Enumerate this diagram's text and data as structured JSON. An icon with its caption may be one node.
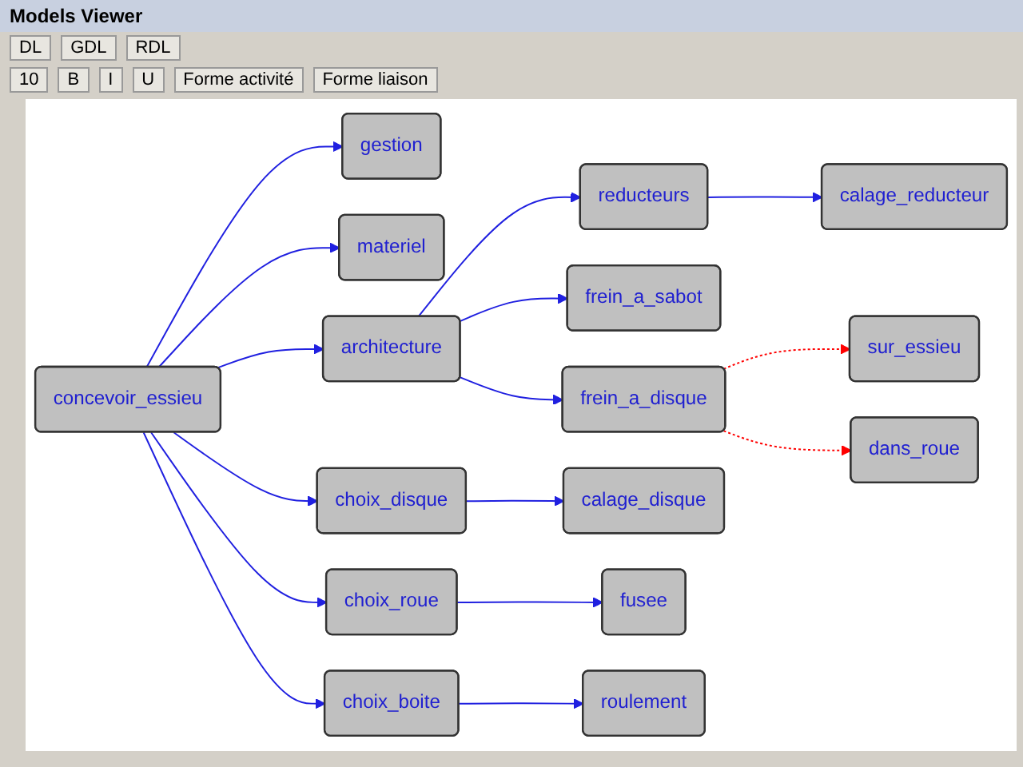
{
  "diagram": {
    "title": "Models Viewer",
    "nodes": [
      {
        "text": [
          "concevoir_essieu"
        ]
      },
      {
        "text": [
          "gestion"
        ]
      },
      {
        "text": [
          "materiel"
        ]
      },
      {
        "text": [
          "architecture"
        ]
      },
      {
        "text": [
          "reducteurs"
        ]
      },
      {
        "text": [
          "frein_a_sabot"
        ]
      },
      {
        "text": [
          "frein_a_disque"
        ]
      },
      {
        "text": [
          "calage_reducteur"
        ]
      },
      {
        "text": [
          "sur_essieu"
        ]
      },
      {
        "text": [
          "dans_roue"
        ]
      },
      {
        "text": [
          "choix_disque"
        ]
      },
      {
        "text": [
          "calage_disque"
        ]
      },
      {
        "text": [
          "choix_roue"
        ]
      },
      {
        "text": [
          "fusee"
        ]
      },
      {
        "text": [
          "choix_boite"
        ]
      },
      {
        "text": [
          "roulement"
        ]
      }
    ],
    "edges": [
      {
        "from": 0,
        "to": 1,
        "arrow": "to"
      },
      {
        "from": 0,
        "to": 2,
        "arrow": "to"
      },
      {
        "from": 0,
        "to": 3,
        "arrow": "to"
      },
      {
        "from": 3,
        "to": 4,
        "arrow": "to"
      },
      {
        "from": 4,
        "to": 7,
        "arrow": "to"
      },
      {
        "from": 3,
        "to": 5,
        "arrow": "to"
      },
      {
        "from": 3,
        "to": 6,
        "arrow": "to"
      },
      {
        "from": 6,
        "to": 8,
        "arrow": "to",
        "style": "dashed",
        "color": "#ff0000"
      },
      {
        "from": 6,
        "to": 9,
        "arrow": "to",
        "style": "dashed",
        "color": "#ff0000"
      },
      {
        "from": 0,
        "to": 10,
        "arrow": "to"
      },
      {
        "from": 10,
        "to": 11,
        "arrow": "to"
      },
      {
        "from": 0,
        "to": 12,
        "arrow": "to"
      },
      {
        "from": 12,
        "to": 13,
        "arrow": "to"
      },
      {
        "from": 0,
        "to": 14,
        "arrow": "to"
      },
      {
        "from": 14,
        "to": 15,
        "arrow": "to"
      }
    ],
    "labels": [
      "DL",
      "GDL",
      "RDL",
      "10",
      "B",
      "I",
      "U",
      "Forme activité",
      "Forme liaison"
    ]
  }
}
